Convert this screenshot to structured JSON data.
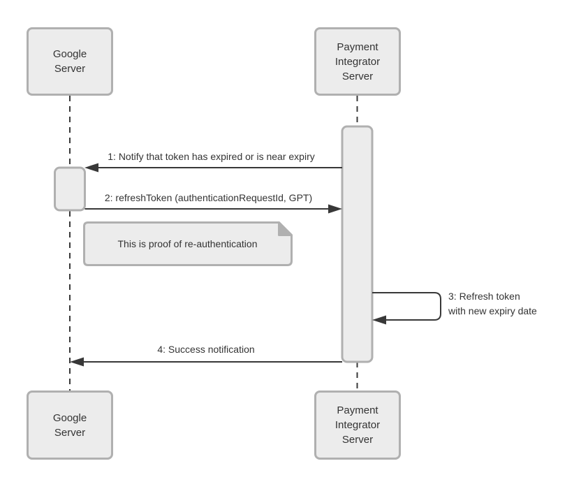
{
  "diagram": {
    "type": "sequence-diagram",
    "colors": {
      "background": "#ffffff",
      "shape_fill": "#ececec",
      "shape_border": "#b0b0b0",
      "line": "#383838",
      "text": "#333333"
    },
    "actors": [
      {
        "id": "google-server-top",
        "label": "Google\nServer"
      },
      {
        "id": "payment-integrator-server-top",
        "label": "Payment\nIntegrator\nServer"
      },
      {
        "id": "google-server-bottom",
        "label": "Google\nServer"
      },
      {
        "id": "payment-integrator-server-bottom",
        "label": "Payment\nIntegrator\nServer"
      }
    ],
    "messages": [
      {
        "label": "1: Notify that token has expired or is near expiry",
        "from": "Payment Integrator Server",
        "to": "Google Server",
        "direction": "right-to-left"
      },
      {
        "label": "2: refreshToken (authenticationRequestId, GPT)",
        "from": "Google Server",
        "to": "Payment Integrator Server",
        "direction": "left-to-right"
      },
      {
        "label": "3: Refresh token\nwith new expiry date",
        "from": "Payment Integrator Server",
        "to": "Payment Integrator Server",
        "direction": "self"
      },
      {
        "label": "4: Success notification",
        "from": "Payment Integrator Server",
        "to": "Google Server",
        "direction": "right-to-left"
      }
    ],
    "note": {
      "text": "This is proof of re-authentication"
    }
  }
}
